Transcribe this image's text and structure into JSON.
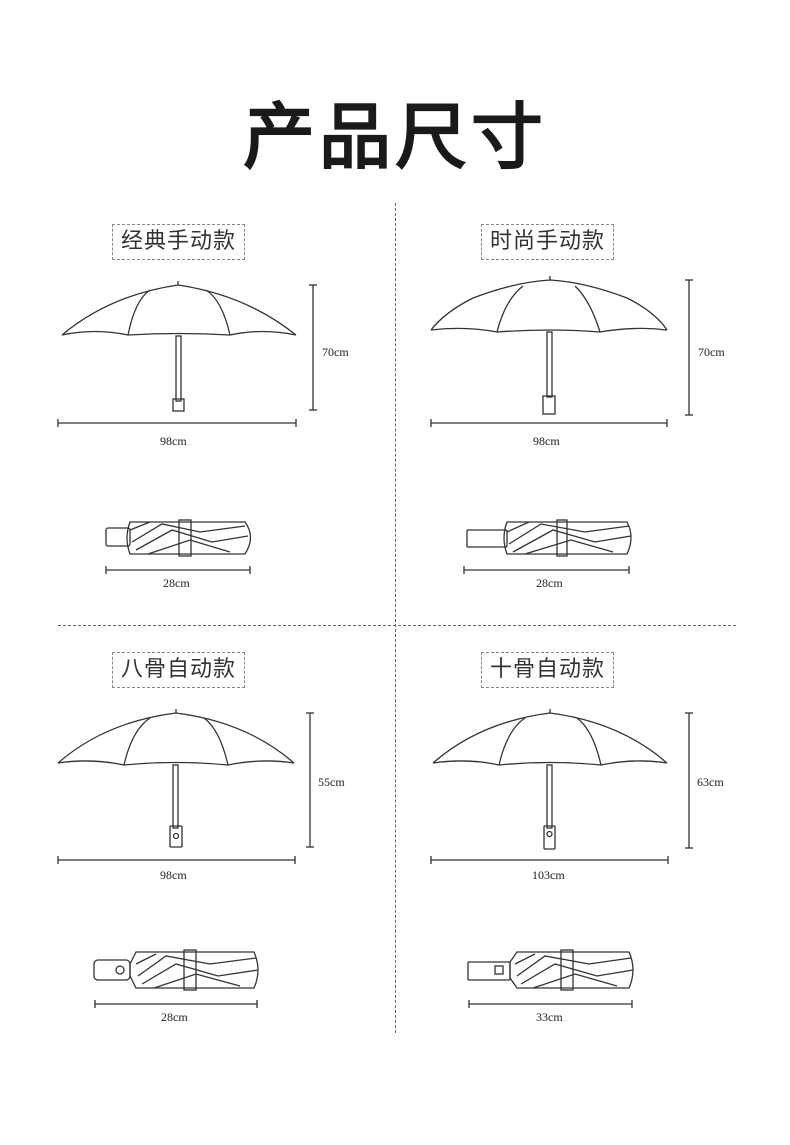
{
  "page": {
    "title": "产品尺寸"
  },
  "panels": [
    {
      "model": "经典手动款",
      "height": "70cm",
      "width": "98cm",
      "folded_length": "28cm"
    },
    {
      "model": "时尚手动款",
      "height": "70cm",
      "width": "98cm",
      "folded_length": "28cm"
    },
    {
      "model": "八骨自动款",
      "height": "55cm",
      "width": "98cm",
      "folded_length": "28cm"
    },
    {
      "model": "十骨自动款",
      "height": "63cm",
      "width": "103cm",
      "folded_length": "33cm"
    }
  ]
}
